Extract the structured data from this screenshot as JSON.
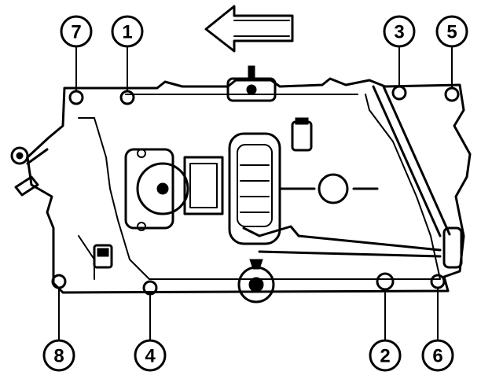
{
  "diagram": {
    "direction_arrow": {
      "icon": "left-arrow-icon",
      "direction": "left"
    },
    "callouts": [
      {
        "id": "callout-7",
        "label": "7"
      },
      {
        "id": "callout-1",
        "label": "1"
      },
      {
        "id": "callout-3",
        "label": "3"
      },
      {
        "id": "callout-5",
        "label": "5"
      },
      {
        "id": "callout-8",
        "label": "8"
      },
      {
        "id": "callout-4",
        "label": "4"
      },
      {
        "id": "callout-2",
        "label": "2"
      },
      {
        "id": "callout-6",
        "label": "6"
      }
    ]
  }
}
